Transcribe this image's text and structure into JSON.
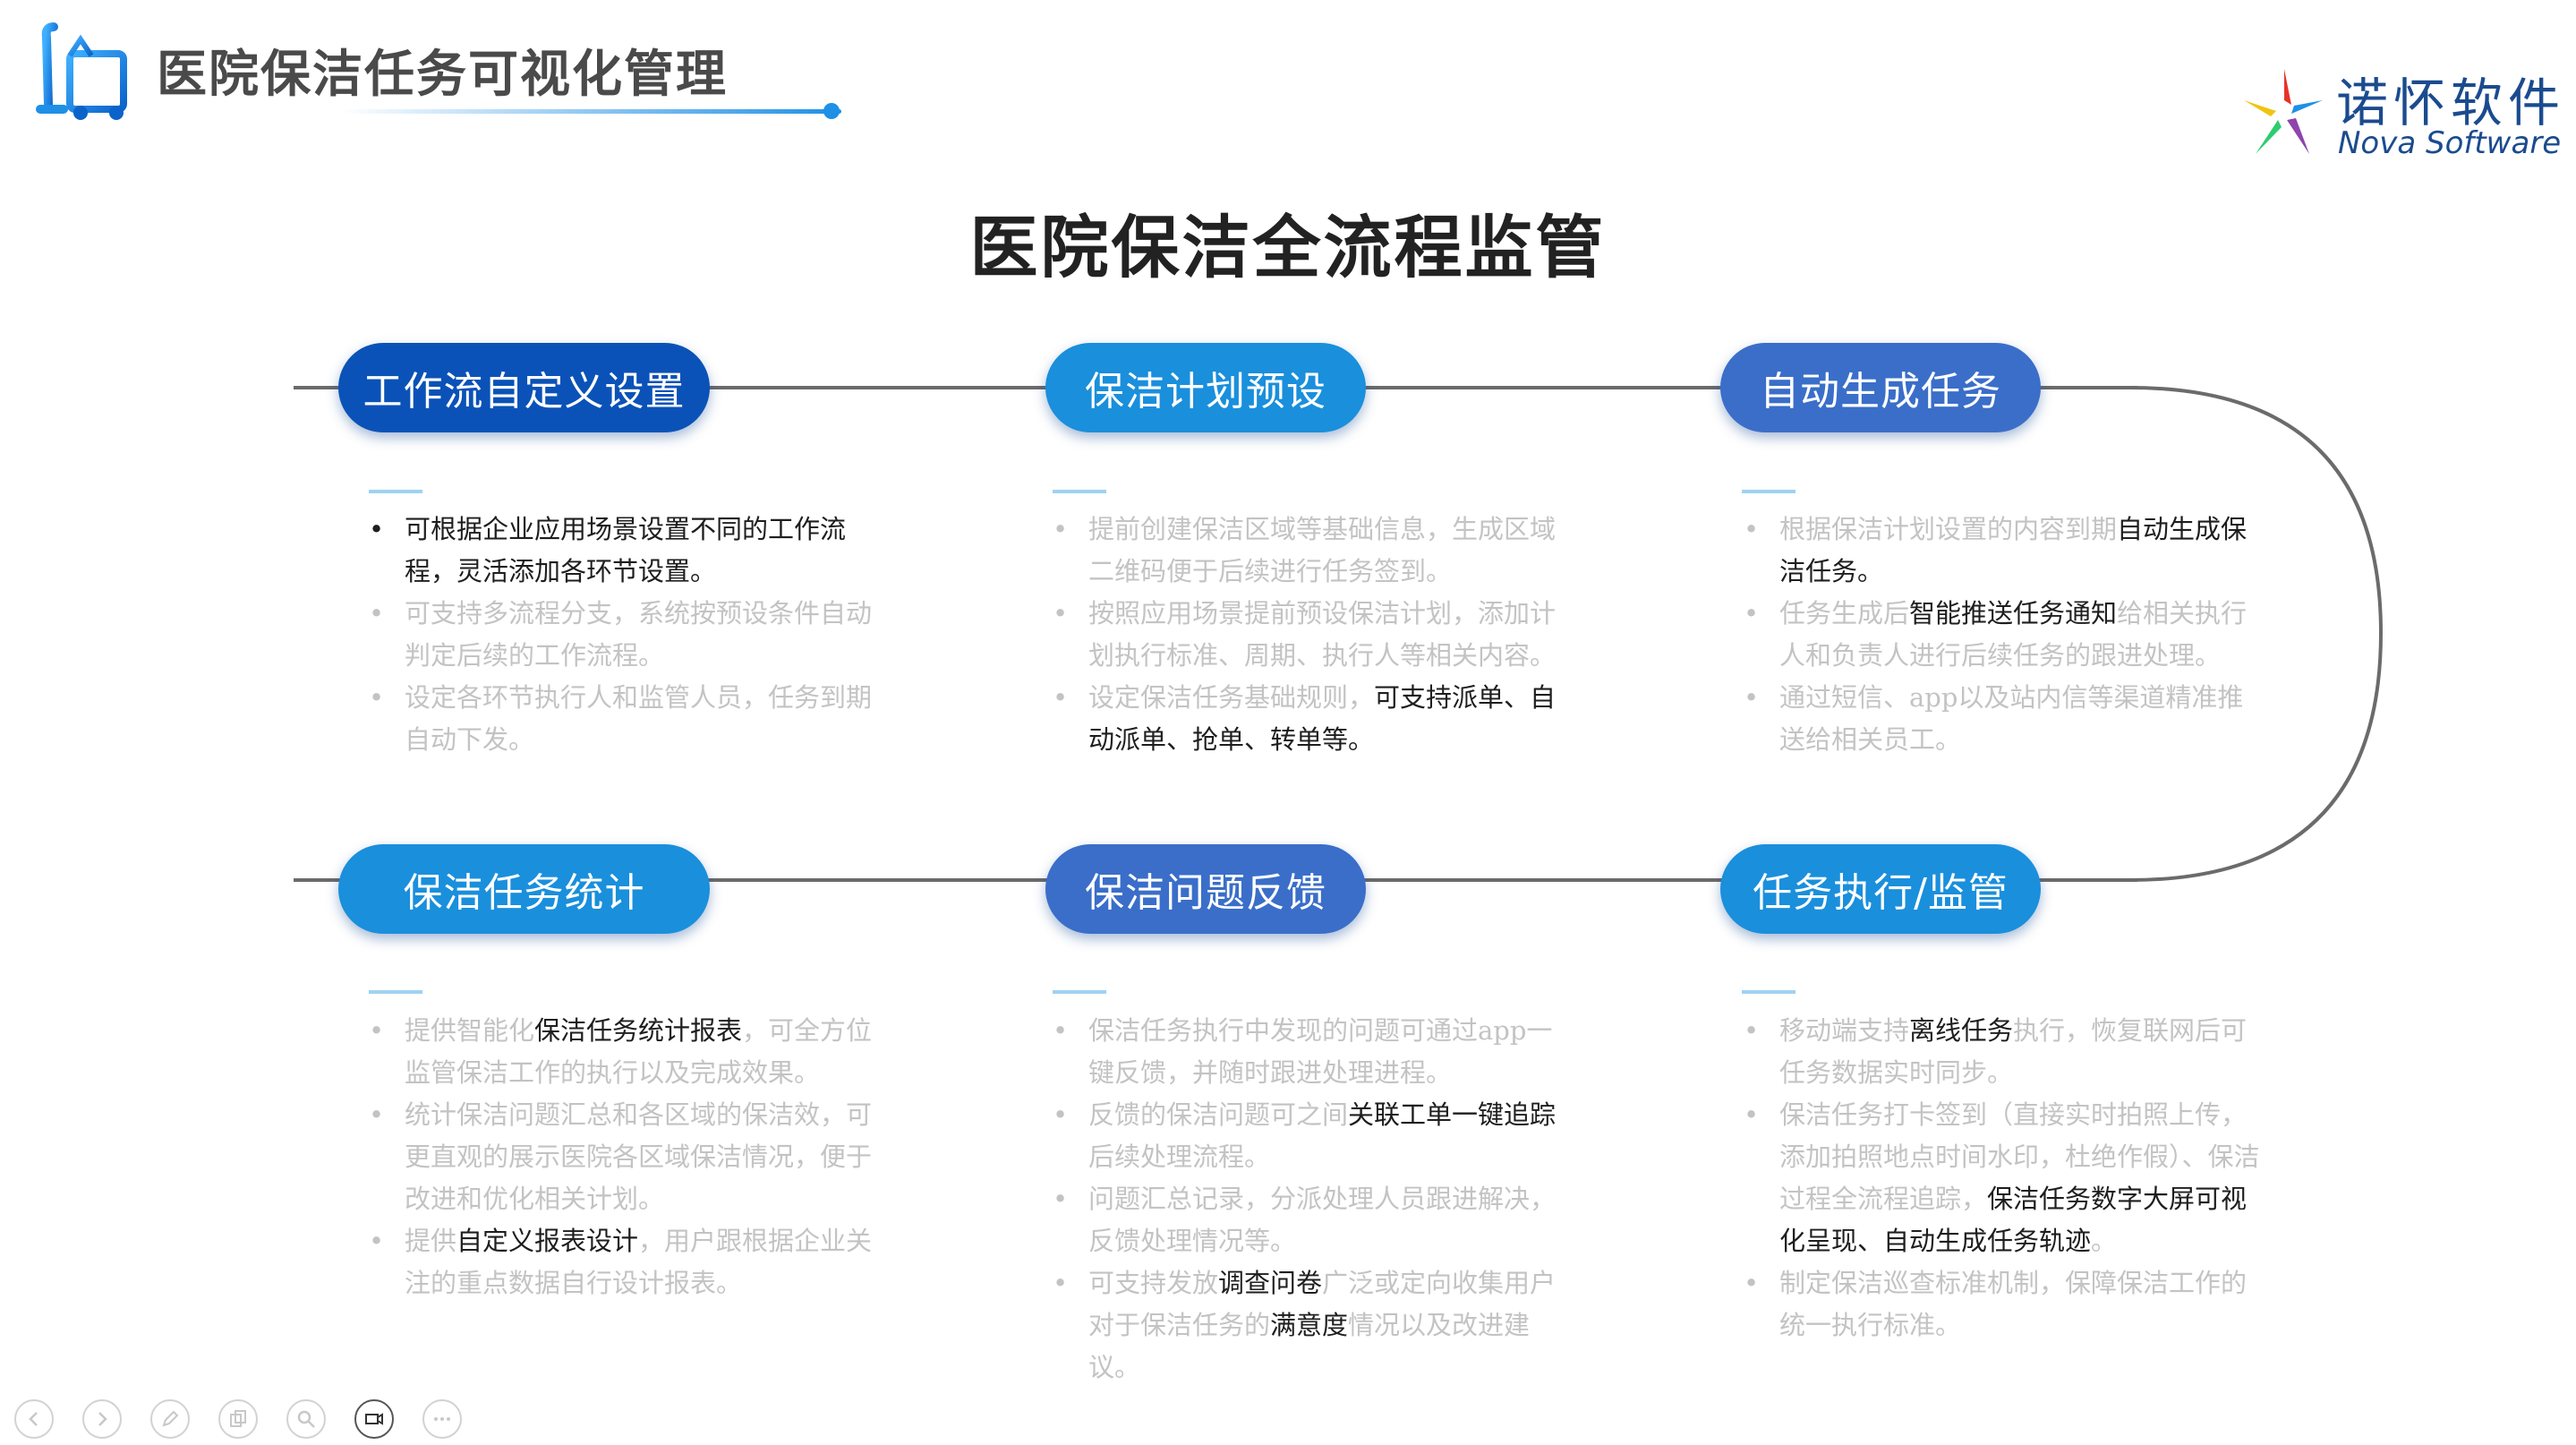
{
  "header": {
    "title": "医院保洁任务可视化管理"
  },
  "brand": {
    "name_cn": "诺怀软件",
    "name_en": "Nova Software"
  },
  "main_title": "医院保洁全流程监管",
  "colors": {
    "pill_dark": "#0b52b8",
    "pill_light": "#1a8fdc",
    "pill_mid": "#3a6ec9",
    "line": "#6b6b6b",
    "muted_text": "#c3c3c3",
    "dark_text": "#1e1e1e"
  },
  "steps": [
    {
      "title": "工作流自定义设置",
      "items": [
        {
          "text": "可根据企业应用场景设置不同的工作流程，灵活添加各环节设置。"
        },
        {
          "text": "可支持多流程分支，系统按预设条件自动判定后续的工作流程。"
        },
        {
          "text": "设定各环节执行人和监管人员，任务到期自动下发。"
        }
      ]
    },
    {
      "title": "保洁计划预设",
      "items": [
        {
          "text": "提前创建保洁区域等基础信息，生成区域二维码便于后续进行任务签到。"
        },
        {
          "text": "按照应用场景提前预设保洁计划，添加计划执行标准、周期、执行人等相关内容。"
        },
        {
          "a": "设定保洁任务基础规则，",
          "b": "可支持派单、自动派单、抢单、转单等。"
        }
      ]
    },
    {
      "title": "自动生成任务",
      "items": [
        {
          "a": "根据保洁计划设置的内容到期",
          "b": "自动生成保洁任务。"
        },
        {
          "a": "任务生成后",
          "b": "智能推送任务通知",
          "c": "给相关执行人和负责人进行后续任务的跟进处理。"
        },
        {
          "text": "通过短信、app以及站内信等渠道精准推送给相关员工。"
        }
      ]
    },
    {
      "title": "保洁任务统计",
      "items": [
        {
          "a": "提供智能化",
          "b": "保洁任务统计报表",
          "c": "，可全方位监管保洁工作的执行以及完成效果。"
        },
        {
          "text": "统计保洁问题汇总和各区域的保洁效，可更直观的展示医院各区域保洁情况，便于改进和优化相关计划。"
        },
        {
          "a": "提供",
          "b": "自定义报表设计",
          "c": "，用户跟根据企业关注的重点数据自行设计报表。"
        }
      ]
    },
    {
      "title": "保洁问题反馈",
      "items": [
        {
          "text": "保洁任务执行中发现的问题可通过app一键反馈，并随时跟进处理进程。"
        },
        {
          "a": "反馈的保洁问题可之间",
          "b": "关联工单一键追踪",
          "c": "后续处理流程。"
        },
        {
          "text": "问题汇总记录，分派处理人员跟进解决，反馈处理情况等。"
        },
        {
          "a": "可支持发放",
          "b": "调查问卷",
          "c": "广泛或定向收集用户对于保洁任务的",
          "d": "满意度",
          "e": "情况以及改进建议。"
        }
      ]
    },
    {
      "title": "任务执行/监管",
      "items": [
        {
          "a": "移动端支持",
          "b": "离线任务",
          "c": "执行，恢复联网后可任务数据实时同步。"
        },
        {
          "a": "保洁任务打卡签到（直接实时拍照上传，添加拍照地点时间水印，杜绝作假）、保洁过程全流程追踪，",
          "b": "保洁任务数字大屏可视化呈现、自动生成任务轨迹",
          "c": "。"
        },
        {
          "text": "制定保洁巡查标准机制，保障保洁工作的统一执行标准。"
        }
      ]
    }
  ],
  "toolbar": [
    "prev-icon",
    "next-icon",
    "pen-icon",
    "copy-icon",
    "zoom-icon",
    "video-icon",
    "more-icon"
  ]
}
